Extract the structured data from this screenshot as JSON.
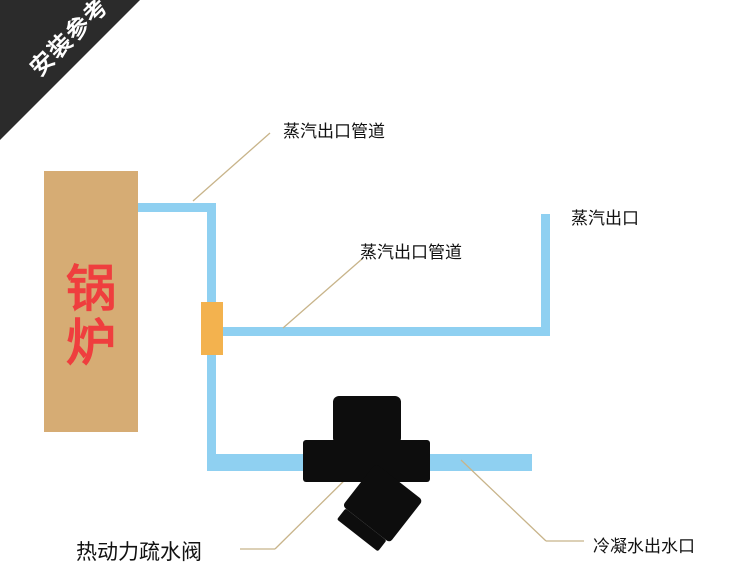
{
  "corner": {
    "text": "安装参考"
  },
  "boiler": {
    "line1": "锅",
    "line2": "炉"
  },
  "labels": {
    "steam_outlet_pipe_top": "蒸汽出口管道",
    "steam_outlet_pipe_mid": "蒸汽出口管道",
    "steam_outlet": "蒸汽出口",
    "trap_name": "热动力疏水阀",
    "condensate_outlet": "冷凝水出水口"
  },
  "colors": {
    "pipe": "#8fd0f1",
    "boiler": "#d6ac74",
    "boiler_text": "#ef3e3e",
    "valve": "#0d0d0d",
    "fitting": "#f3b24e",
    "leader_line": "#c8b48a",
    "corner_bg": "#2b2b2b"
  }
}
